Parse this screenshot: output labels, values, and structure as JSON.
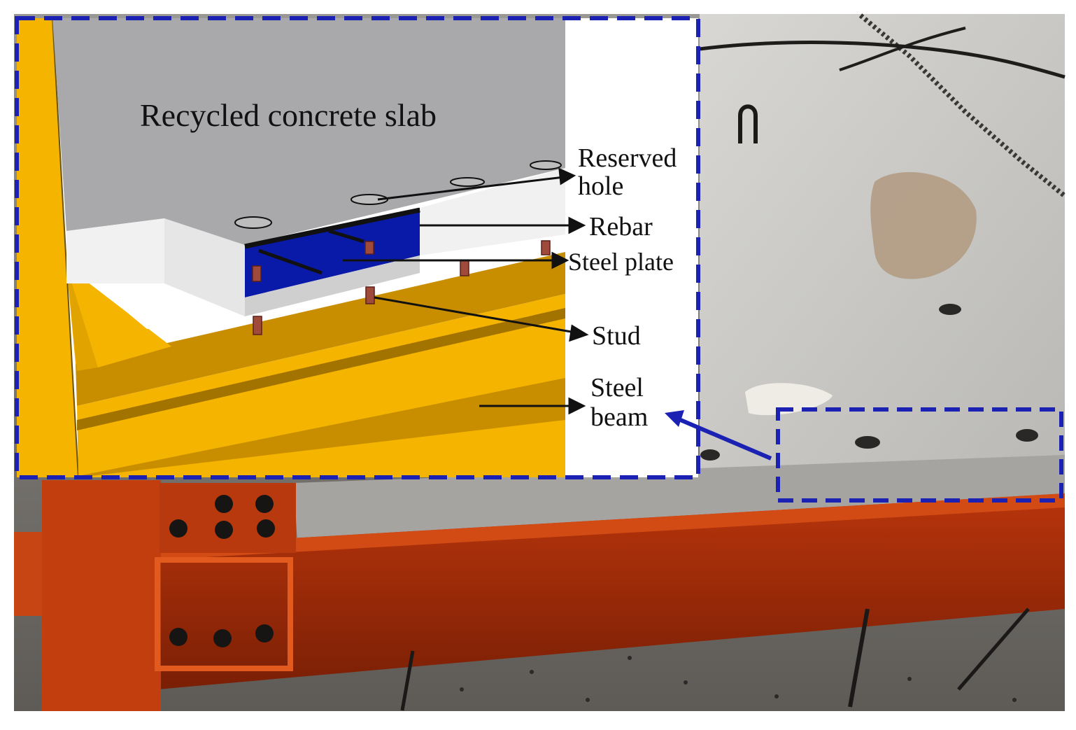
{
  "figure": {
    "title": "Recycled concrete slab",
    "labels": {
      "reserved_hole_1": "Reserved",
      "reserved_hole_2": "hole",
      "rebar": "Rebar",
      "steel_plate": "Steel plate",
      "stud": "Stud",
      "steel_beam_1": "Steel",
      "steel_beam_2": "beam"
    }
  },
  "colors": {
    "callout_border": "#1b22b3",
    "steel_beam_yellow": "#f5b400",
    "steel_beam_dark": "#c98e00",
    "concrete_top": "#a9a9ab",
    "concrete_side": "#e6e6e6",
    "steel_plate": "#0a1aa8",
    "stud": "#a04a3c",
    "photo_beam_orange": "#c63a0c",
    "photo_floor": "#c8c6c2"
  }
}
